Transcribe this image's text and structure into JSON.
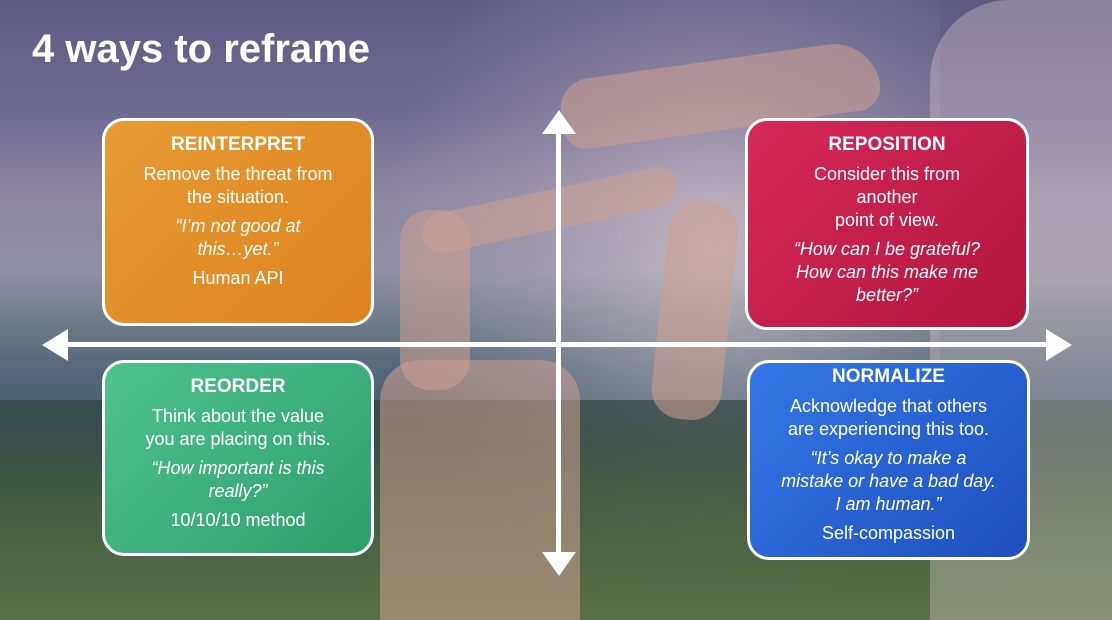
{
  "title": "4 ways to reframe",
  "colors": {
    "reinterpret": "#E08A25",
    "reposition": "#C81F4E",
    "reorder": "#3DAE7E",
    "normalize": "#2A62D6",
    "axis": "#FFFFFF"
  },
  "quadrants": {
    "reinterpret": {
      "heading": "REINTERPRET",
      "description": "Remove the threat from\nthe situation.",
      "quote": "“I’m not good at\nthis…yet.”",
      "tool": "Human API"
    },
    "reposition": {
      "heading": "REPOSITION",
      "description": "Consider this from\nanother\npoint of view.",
      "quote": "“How can I be grateful?\nHow can this make me\nbetter?”",
      "tool": ""
    },
    "reorder": {
      "heading": "REORDER",
      "description": "Think about the value\nyou are placing on this.",
      "quote": "“How important is this\nreally?”",
      "tool": "10/10/10 method"
    },
    "normalize": {
      "heading": "NORMALIZE",
      "description": "Acknowledge that others\nare experiencing this too.",
      "quote": "“It’s okay to make a\nmistake or have a bad day.\nI am human.”",
      "tool": "Self-compassion"
    }
  }
}
